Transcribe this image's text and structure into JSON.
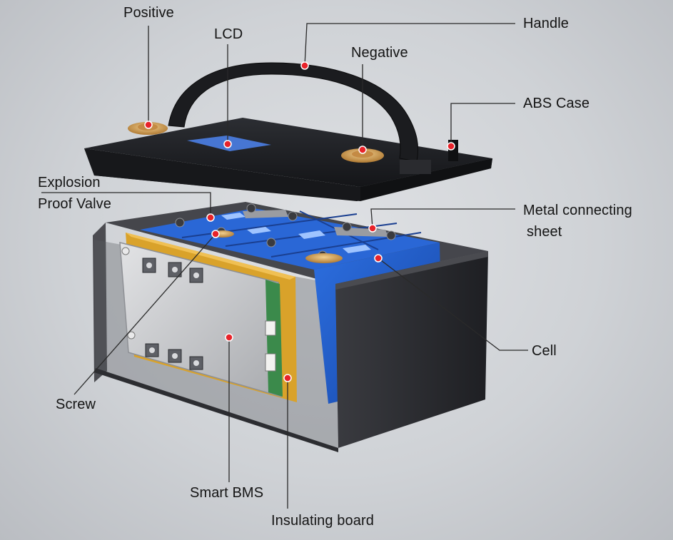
{
  "diagram": {
    "subject": "Lithium battery exploded view",
    "labels": {
      "positive": "Positive",
      "lcd": "LCD",
      "negative": "Negative",
      "handle": "Handle",
      "abs_case": "ABS Case",
      "explosion_proof_valve_1": "Explosion",
      "explosion_proof_valve_2": "Proof Valve",
      "metal_connecting_sheet_1": "Metal connecting",
      "metal_connecting_sheet_2": "sheet",
      "cell": "Cell",
      "screw": "Screw",
      "smart_bms": "Smart BMS",
      "insulating_board": "Insulating board"
    },
    "colors": {
      "marker": "#e8232a",
      "leader_line": "#2a2a2a",
      "lid": "#1b1c1f",
      "case": "#2b2c30",
      "cell_blue": "#1f5fd0",
      "insulating_board": "#d9a22a",
      "bms_plate": "#c9cacc",
      "terminal": "#d7a25a"
    }
  }
}
